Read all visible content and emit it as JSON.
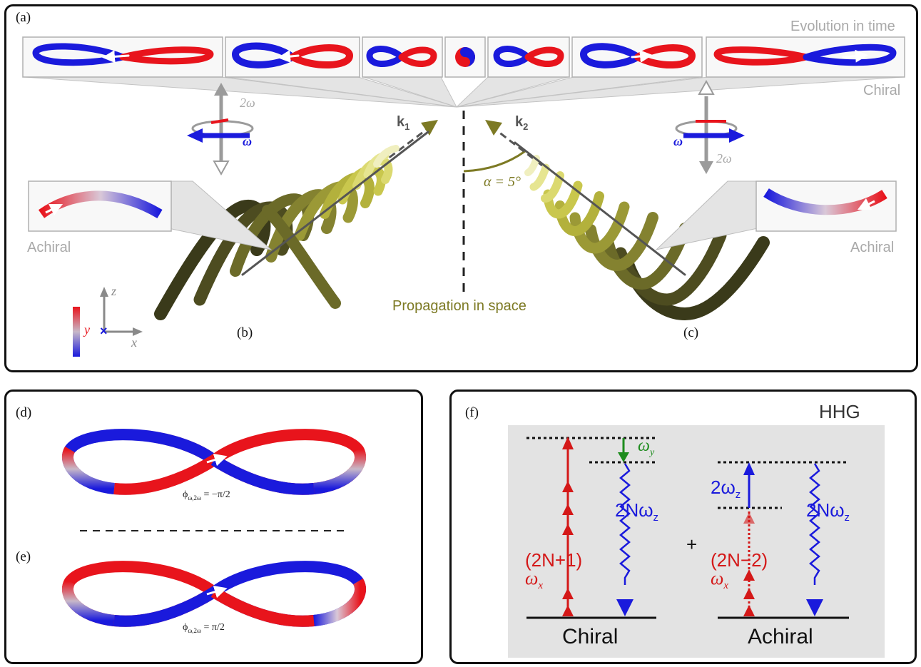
{
  "panel_a": {
    "label": "(a)",
    "evolution_label": "Evolution in time",
    "chiral_label": "Chiral",
    "achiral_left_label": "Achiral",
    "achiral_right_label": "Achiral",
    "propagation_label": "Propagation in space",
    "k1_label": "k",
    "k1_sub": "1",
    "k2_label": "k",
    "k2_sub": "2",
    "alpha_label": "α = 5°",
    "omega_left": "ω",
    "two_omega_left": "2ω",
    "omega_right": "ω",
    "two_omega_right": "2ω",
    "axis_z": "z",
    "axis_x": "x",
    "axis_y": "y",
    "label_b": "(b)",
    "label_c": "(c)",
    "colors": {
      "red": "#e8141c",
      "blue": "#1a1adc",
      "olive": "#7d7a24",
      "gray": "#a9a9a9"
    }
  },
  "panel_de": {
    "label_d": "(d)",
    "label_e": "(e)",
    "phase_d": "ϕ",
    "phase_d_sub": "ω,2ω",
    "phase_d_value": " = −π/2",
    "phase_e": "ϕ",
    "phase_e_sub": "ω,2ω",
    "phase_e_value": " = π/2"
  },
  "panel_f": {
    "label": "(f)",
    "title": "HHG",
    "chiral": {
      "caption": "Chiral",
      "absorb_label_a": "(2N+1)",
      "absorb_label_b": "ω",
      "absorb_sub": "x",
      "extra_label": "ω",
      "extra_sub": "y",
      "emit_label": "2Nω",
      "emit_sub": "z"
    },
    "plus": "+",
    "achiral": {
      "caption": "Achiral",
      "absorb_label_a": "(2N−2)",
      "absorb_label_b": "ω",
      "absorb_sub": "x",
      "extra_label": "2ω",
      "extra_sub": "z",
      "emit_label": "2Nω",
      "emit_sub": "z"
    }
  }
}
